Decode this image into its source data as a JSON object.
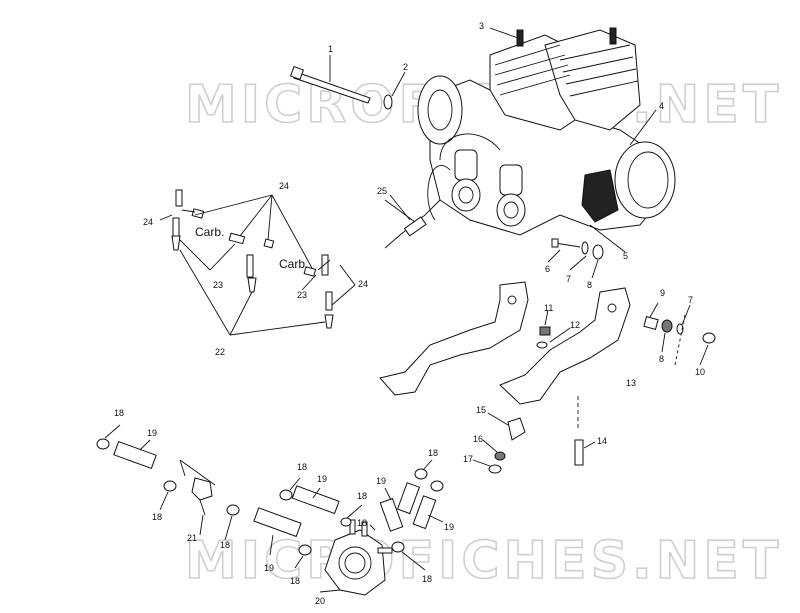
{
  "watermarks": {
    "top": "MICROFICHES.NET",
    "bottom": "MICROFICHES.NET"
  },
  "labels": {
    "carb_1": "Carb.",
    "carb_2": "Carb.",
    "n1": "1",
    "n2": "2",
    "n3": "3",
    "n4": "4",
    "n5": "5",
    "n6": "6",
    "n7a": "7",
    "n7b": "7",
    "n8a": "8",
    "n8b": "8",
    "n9": "9",
    "n10": "10",
    "n11": "11",
    "n12": "12",
    "n13": "13",
    "n14": "14",
    "n15": "15",
    "n16": "16",
    "n17": "17",
    "n18a": "18",
    "n18b": "18",
    "n18c": "18",
    "n18d": "18",
    "n18e": "18",
    "n18f": "18",
    "n18g": "18",
    "n18h": "18",
    "n18i": "18",
    "n19a": "19",
    "n19b": "19",
    "n19c": "19",
    "n19d": "19",
    "n19e": "19",
    "n20": "20",
    "n21": "21",
    "n22": "22",
    "n23a": "23",
    "n23b": "23",
    "n24a": "24",
    "n24b": "24",
    "n24c": "24",
    "n25": "25"
  },
  "colors": {
    "line": "#111111",
    "watermark": "#cfcfcf",
    "background": "#ffffff"
  }
}
